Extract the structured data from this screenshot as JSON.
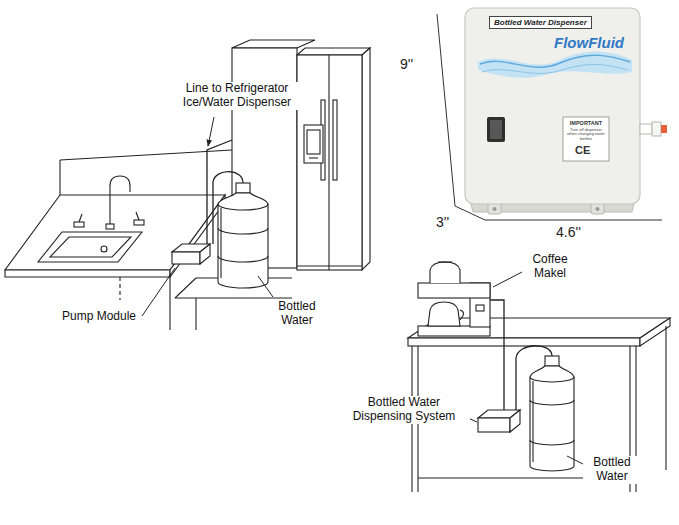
{
  "diagram": {
    "labels": [
      "Line to Refrigerator Ice/Water Dispenser",
      "Pump Module",
      "Bottled Water",
      "9''",
      "3''",
      "4.6''",
      "Bottled Water Dispenser",
      "FlowFluid",
      "IMPORTANT",
      "Turn off dispenser when changing water bottles",
      "CE",
      "Coffee Makel",
      "Bottled Water Dispensing System",
      "Bottled Water"
    ]
  }
}
